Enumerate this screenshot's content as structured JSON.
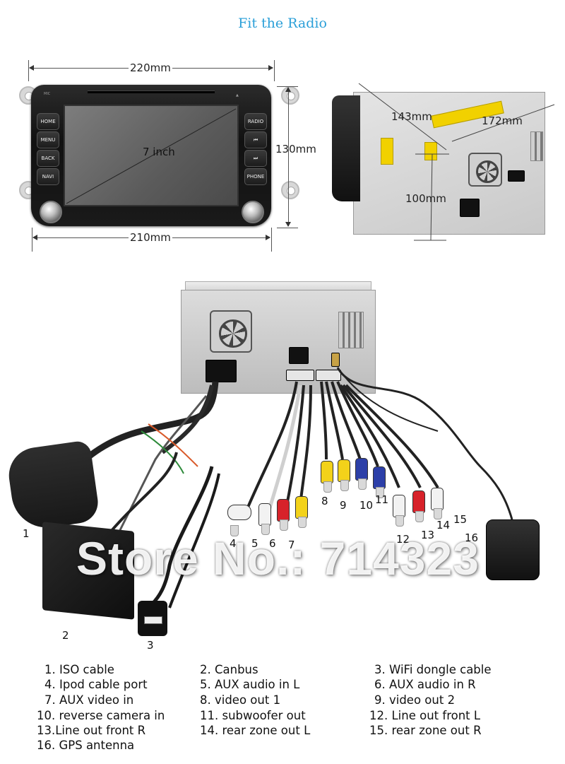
{
  "page": {
    "title": "Fit the Radio",
    "watermark": "Store No.: 714323"
  },
  "front_view": {
    "width_top": "220mm",
    "width_bottom": "210mm",
    "height": "130mm",
    "screen_size": "7 inch",
    "buttons_left": [
      "HOME",
      "MENU",
      "BACK",
      "NAVI"
    ],
    "buttons_right": [
      "RADIO",
      "⏮",
      "⏭",
      "PHONE"
    ]
  },
  "side_view": {
    "depth": "172mm",
    "width": "143mm",
    "height": "100mm"
  },
  "callouts": [
    "1",
    "2",
    "3",
    "4",
    "5",
    "6",
    "7",
    "8",
    "9",
    "10",
    "11",
    "12",
    "13",
    "14",
    "15",
    "16"
  ],
  "legend": [
    {
      "n": "1. ISO cable"
    },
    {
      "n": "2. Canbus"
    },
    {
      "n": "3. WiFi dongle cable"
    },
    {
      "n": "4. Ipod cable port"
    },
    {
      "n": "5. AUX audio in L"
    },
    {
      "n": "6. AUX audio in R"
    },
    {
      "n": "7. AUX video in"
    },
    {
      "n": "8. video out 1"
    },
    {
      "n": "9. video out 2"
    },
    {
      "n": "10. reverse camera in"
    },
    {
      "n": "11. subwoofer out"
    },
    {
      "n": "12. Line out front L"
    },
    {
      "n": "13.Line out front R"
    },
    {
      "n": "14. rear zone out L"
    },
    {
      "n": "15. rear zone out R"
    },
    {
      "n": "16. GPS antenna"
    }
  ],
  "colors": {
    "title": "#2a9fd8",
    "rca_yellow": "#f3d21a",
    "rca_red": "#d7222a",
    "rca_white": "#f2f2f2",
    "rca_blue": "#2c3fa8"
  }
}
